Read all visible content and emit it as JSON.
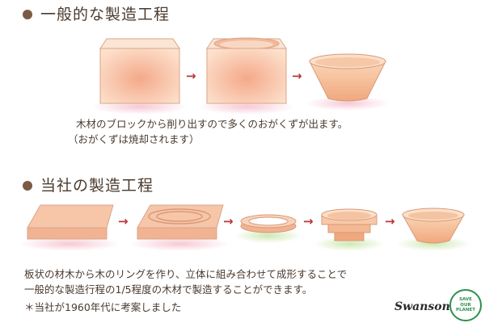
{
  "section1": {
    "heading": "一般的な製造工程",
    "desc_line1": "木材のブロックから削り出すので多くのおがくずが出ます。",
    "desc_line2": "（おがくずは焼却されます）"
  },
  "section2": {
    "heading": "当社の製造工程",
    "desc_line1": "板状の材木から木のリングを作り、立体に組み合わせて成形することで",
    "desc_line2": "一般的な製造行程の1/5程度の木材で製造することができます。",
    "note": "＊当社が1960年代に考案しました"
  },
  "arrow_glyph": "→",
  "logos": {
    "brand": "Swanson",
    "badge_line1": "SAVE",
    "badge_line2": "OUR",
    "badge_line3": "PLANET"
  },
  "colors": {
    "wood_light": "#f7d3b6",
    "wood_mid": "#f0b693",
    "wood_edge": "#d9997a",
    "pink_shadow": "#f6c9d4",
    "green_shadow": "#cfe8b8",
    "arrow": "#b9363c",
    "text": "#4a3a2e",
    "badge_green": "#2f8f4e"
  }
}
